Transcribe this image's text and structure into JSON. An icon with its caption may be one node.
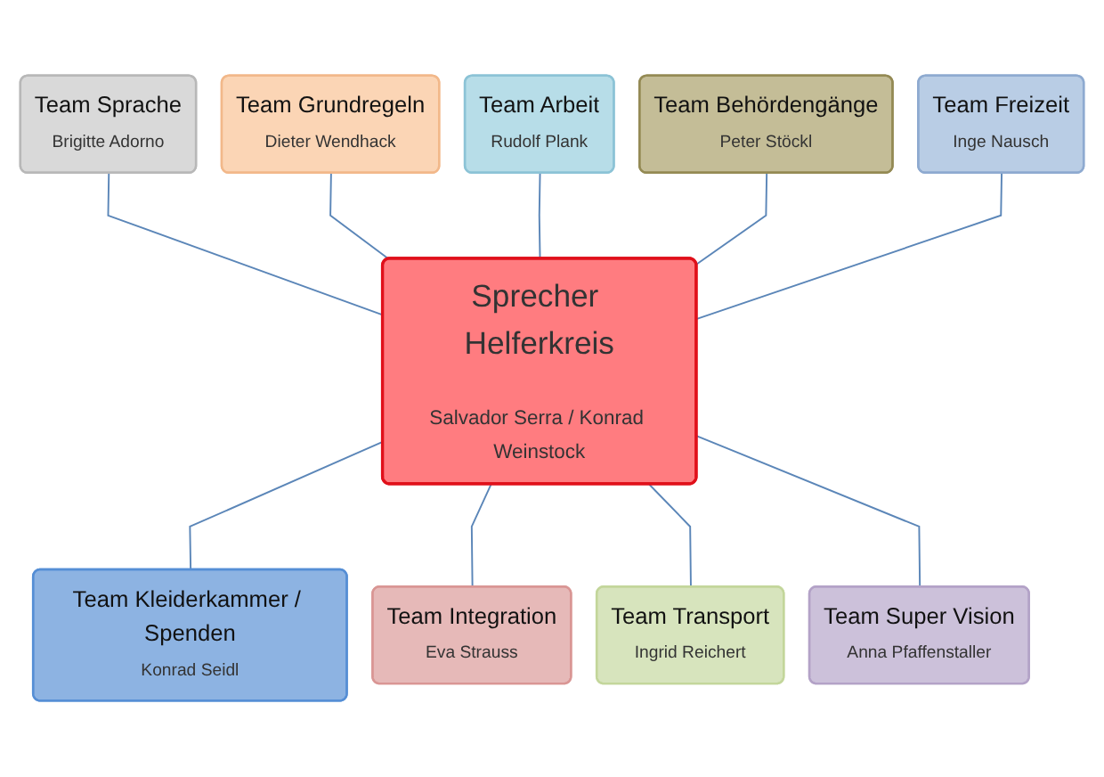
{
  "diagram": {
    "nodes": [
      {
        "text": [
          "Team Grundregeln",
          "Dieter Wendhack"
        ]
      },
      {
        "text": [
          "Team Arbeit",
          "Rudolf Plank"
        ]
      },
      {
        "text": [
          "Team Sprache",
          "Brigitte Adorno"
        ]
      },
      {
        "text": [
          "Team Behördengänge",
          "Peter Stöckl"
        ]
      },
      {
        "text": [
          "Sprecher Helferkreis",
          "Salvador Serra / Konrad Weinstock"
        ]
      },
      {
        "text": [
          "Team Freizeit",
          "Inge Nausch"
        ]
      },
      {
        "text": [
          "Team Kleiderkammer / Spenden",
          "Konrad Seidl"
        ]
      },
      {
        "text": [
          "Team Integration",
          "Eva Strauss"
        ]
      },
      {
        "text": [
          "Team Transport",
          "Ingrid Reichert"
        ]
      },
      {
        "text": [
          "Team Super Vision",
          "Anna Pfaffenstaller"
        ]
      }
    ],
    "edges": [
      {
        "from": 2,
        "to": 4,
        "arrow": "none"
      },
      {
        "from": 0,
        "to": 4,
        "arrow": "none"
      },
      {
        "from": 1,
        "to": 4,
        "arrow": "none"
      },
      {
        "from": 3,
        "to": 4,
        "arrow": "none"
      },
      {
        "from": 5,
        "to": 4,
        "arrow": "none"
      },
      {
        "from": 4,
        "to": 6,
        "arrow": "none"
      },
      {
        "from": 4,
        "to": 7,
        "arrow": "none"
      },
      {
        "from": 4,
        "to": 8,
        "arrow": "none"
      },
      {
        "from": 4,
        "to": 9,
        "arrow": "none"
      }
    ]
  }
}
